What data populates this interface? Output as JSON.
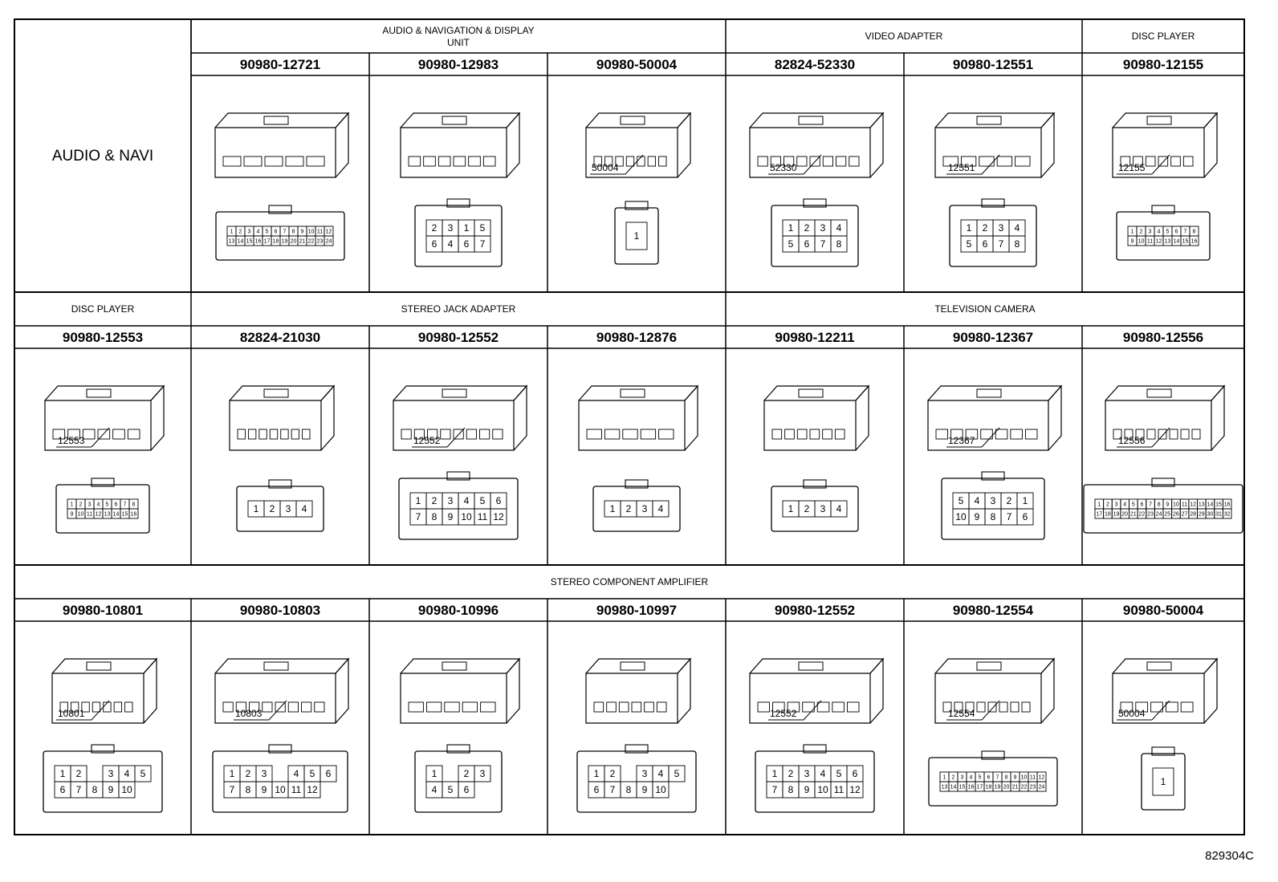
{
  "rows": [
    {
      "row_label": "AUDIO & NAVI",
      "groups": [
        {
          "title": "AUDIO & NAVIGATION & DISPLAY\nUNIT",
          "span": 3
        },
        {
          "title": "VIDEO ADAPTER",
          "span": 2
        },
        {
          "title": "DISC PLAYER",
          "span": 1
        }
      ],
      "parts": [
        {
          "pn": "90980-12721",
          "callout": "",
          "face": {
            "style": "dual",
            "pins": [
              "1",
              "2",
              "3",
              "4",
              "5",
              "6",
              "7",
              "8",
              "9",
              "10",
              "11",
              "12",
              "13",
              "14",
              "15",
              "16",
              "17",
              "18",
              "19",
              "20",
              "21",
              "22",
              "23",
              "24"
            ]
          }
        },
        {
          "pn": "90980-12983",
          "callout": "",
          "face": {
            "style": "grid",
            "pins": [
              "2",
              "3",
              "1",
              "5",
              "6",
              "4",
              "6",
              "7"
            ]
          }
        },
        {
          "pn": "90980-50004",
          "callout": "50004",
          "face": {
            "style": "single",
            "pins": [
              "1"
            ]
          }
        },
        {
          "pn": "82824-52330",
          "callout": "52330",
          "face": {
            "style": "grid",
            "pins": [
              "1",
              "2",
              "3",
              "4",
              "5",
              "6",
              "7",
              "8"
            ]
          }
        },
        {
          "pn": "90980-12551",
          "callout": "12551",
          "face": {
            "style": "grid",
            "pins": [
              "1",
              "2",
              "3",
              "4",
              "5",
              "6",
              "7",
              "8"
            ]
          }
        },
        {
          "pn": "90980-12155",
          "callout": "12155",
          "face": {
            "style": "small",
            "pins": [
              "1",
              "2",
              "3",
              "4",
              "5",
              "6",
              "7",
              "8",
              "9",
              "10",
              "11",
              "12",
              "13",
              "14",
              "15",
              "16"
            ]
          }
        }
      ]
    },
    {
      "row_label": "",
      "groups": [
        {
          "title": "DISC PLAYER",
          "span": 1
        },
        {
          "title": "STEREO JACK ADAPTER",
          "span": 3
        },
        {
          "title": "TELEVISION CAMERA",
          "span": 3
        }
      ],
      "parts": [
        {
          "pn": "90980-12553",
          "callout": "12553",
          "face": {
            "style": "small",
            "pins": [
              "1",
              "2",
              "3",
              "4",
              "5",
              "6",
              "7",
              "8",
              "9",
              "10",
              "11",
              "12",
              "13",
              "14",
              "15",
              "16"
            ]
          }
        },
        {
          "pn": "82824-21030",
          "callout": "",
          "face": {
            "style": "grid",
            "pins": [
              "1",
              "2",
              "3",
              "4"
            ]
          }
        },
        {
          "pn": "90980-12552",
          "callout": "12552",
          "face": {
            "style": "grid",
            "pins": [
              "1",
              "2",
              "3",
              "4",
              "5",
              "6",
              "7",
              "8",
              "9",
              "10",
              "11",
              "12"
            ]
          }
        },
        {
          "pn": "90980-12876",
          "callout": "",
          "face": {
            "style": "grid",
            "pins": [
              "1",
              "2",
              "3",
              "4"
            ]
          }
        },
        {
          "pn": "90980-12211",
          "callout": "",
          "face": {
            "style": "grid",
            "pins": [
              "1",
              "2",
              "3",
              "4"
            ]
          }
        },
        {
          "pn": "90980-12367",
          "callout": "12367",
          "face": {
            "style": "grid",
            "pins": [
              "5",
              "4",
              "3",
              "2",
              "1",
              "10",
              "9",
              "8",
              "7",
              "6"
            ]
          }
        },
        {
          "pn": "90980-12556",
          "callout": "12556",
          "face": {
            "style": "small",
            "pins": [
              "1",
              "2",
              "3",
              "4",
              "5",
              "6",
              "7",
              "8",
              "9",
              "10",
              "11",
              "12",
              "13",
              "14",
              "15",
              "16",
              "17",
              "18",
              "19",
              "20",
              "21",
              "22",
              "23",
              "24",
              "25",
              "26",
              "27",
              "28",
              "29",
              "30",
              "31",
              "32"
            ]
          }
        }
      ]
    },
    {
      "row_label": "",
      "groups": [
        {
          "title": "STEREO COMPONENT AMPLIFIER",
          "span": 7
        }
      ],
      "parts": [
        {
          "pn": "90980-10801",
          "callout": "10801",
          "face": {
            "style": "grid",
            "pins": [
              "1",
              "2",
              "",
              "3",
              "4",
              "5",
              "6",
              "7",
              "8",
              "9",
              "10"
            ]
          }
        },
        {
          "pn": "90980-10803",
          "callout": "10803",
          "face": {
            "style": "grid",
            "pins": [
              "1",
              "2",
              "3",
              "",
              "4",
              "5",
              "6",
              "7",
              "8",
              "9",
              "10",
              "11",
              "12"
            ]
          }
        },
        {
          "pn": "90980-10996",
          "callout": "",
          "face": {
            "style": "grid",
            "pins": [
              "1",
              "",
              "2",
              "3",
              "4",
              "5",
              "6"
            ]
          }
        },
        {
          "pn": "90980-10997",
          "callout": "",
          "face": {
            "style": "grid",
            "pins": [
              "1",
              "2",
              "",
              "3",
              "4",
              "5",
              "6",
              "7",
              "8",
              "9",
              "10"
            ]
          }
        },
        {
          "pn": "90980-12552",
          "callout": "12552",
          "face": {
            "style": "grid",
            "pins": [
              "1",
              "2",
              "3",
              "4",
              "5",
              "6",
              "7",
              "8",
              "9",
              "10",
              "11",
              "12"
            ]
          }
        },
        {
          "pn": "90980-12554",
          "callout": "12554",
          "face": {
            "style": "small",
            "pins": [
              "1",
              "2",
              "3",
              "4",
              "5",
              "6",
              "7",
              "8",
              "9",
              "10",
              "11",
              "12",
              "13",
              "14",
              "15",
              "16",
              "17",
              "18",
              "19",
              "20",
              "21",
              "22",
              "23",
              "24"
            ]
          }
        },
        {
          "pn": "90980-50004",
          "callout": "50004",
          "face": {
            "style": "single",
            "pins": [
              "1"
            ]
          }
        }
      ]
    }
  ],
  "figure_id": "829304C"
}
